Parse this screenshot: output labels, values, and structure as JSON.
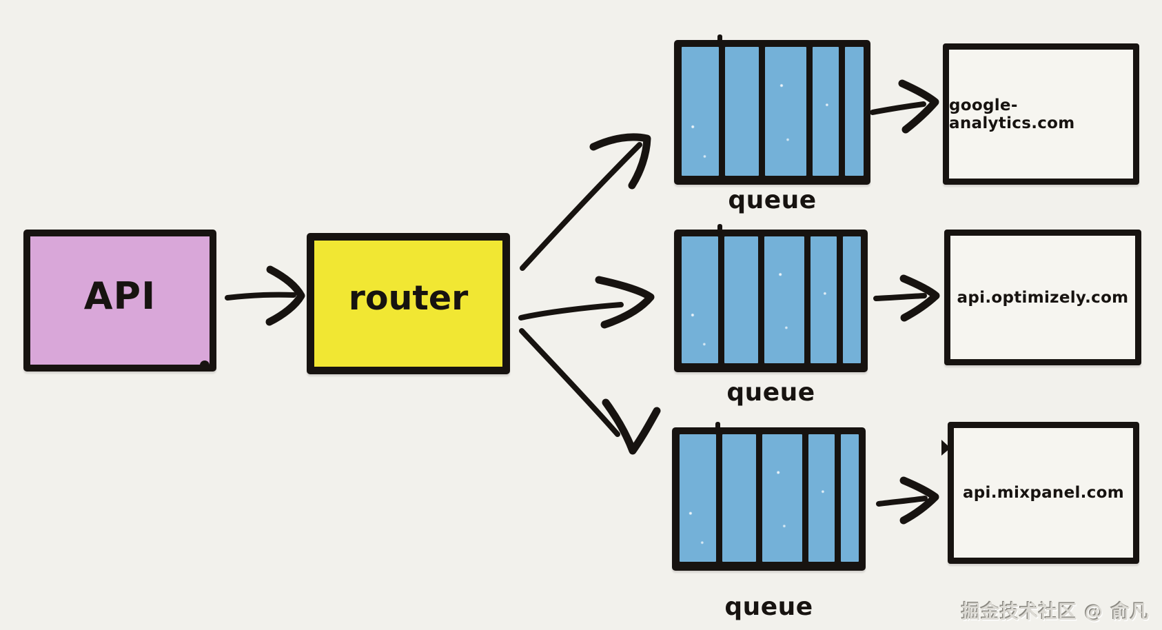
{
  "colors": {
    "background": "#f2f1ec",
    "ink": "#171310",
    "api_fill": "#d9a7d9",
    "router_fill": "#f1e733",
    "queue_fill": "#74b1d8",
    "destination_fill": "#f6f5f0"
  },
  "nodes": {
    "api": {
      "label": "API"
    },
    "router": {
      "label": "router"
    }
  },
  "queue": {
    "cell_count": 5
  },
  "rows": [
    {
      "queue_label": "queue",
      "destination": "google-analytics.com"
    },
    {
      "queue_label": "queue",
      "destination": "api.optimizely.com"
    },
    {
      "queue_label": "queue",
      "destination": "api.mixpanel.com"
    }
  ],
  "watermark": {
    "text": "掘金技术社区 @ 俞凡"
  }
}
